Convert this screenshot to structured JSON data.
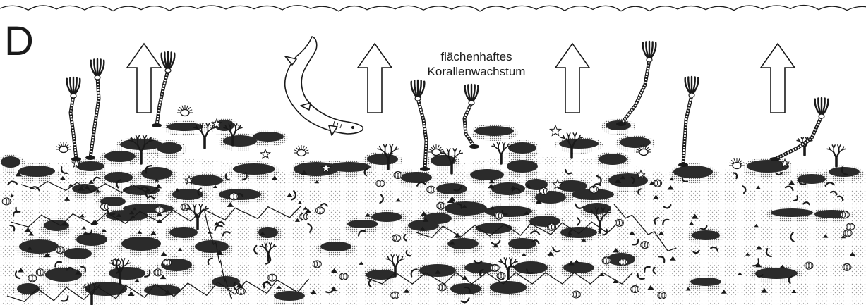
{
  "panel_label": "D",
  "caption": {
    "line1": "flächenhaftes",
    "line2": "Korallenwachstum"
  },
  "colors": {
    "ink": "#1a1a1a",
    "sediment_dots": "#9a9a9a",
    "background": "#ffffff"
  }
}
